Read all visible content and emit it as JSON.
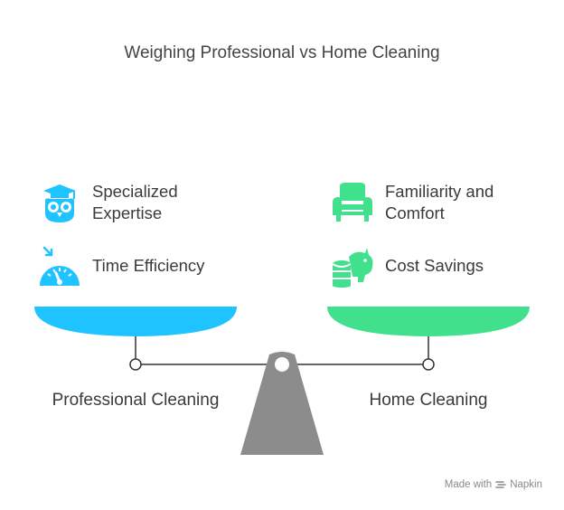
{
  "title": "Weighing Professional vs Home Cleaning",
  "left": {
    "name": "Professional Cleaning",
    "color": "#1EC3FF",
    "items": [
      {
        "label": "Specialized Expertise",
        "icon": "owl-graduate-icon"
      },
      {
        "label": "Time Efficiency",
        "icon": "speedometer-icon"
      }
    ]
  },
  "right": {
    "name": "Home Cleaning",
    "color": "#40E08C",
    "items": [
      {
        "label": "Familiarity and Comfort",
        "icon": "armchair-icon"
      },
      {
        "label": "Cost Savings",
        "icon": "piggy-bank-icon"
      }
    ]
  },
  "footer": {
    "made_with": "Made with",
    "brand": "Napkin"
  }
}
